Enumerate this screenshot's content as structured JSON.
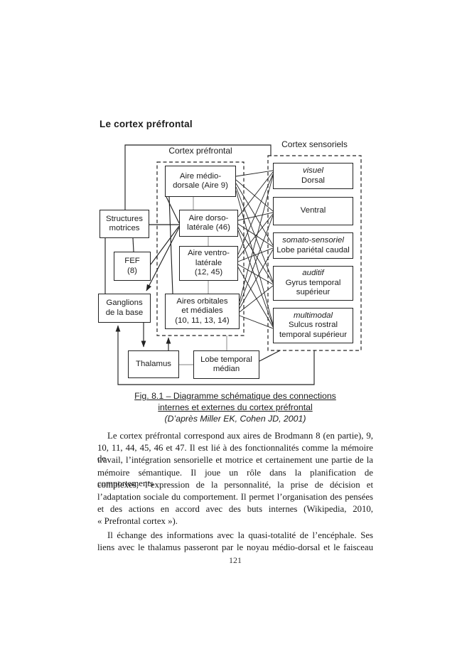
{
  "page": {
    "title": "Le cortex préfrontal",
    "page_number": "121"
  },
  "diagram": {
    "groups": {
      "prefrontal_label": "Cortex préfrontal",
      "sensory_label": "Cortex sensoriels"
    },
    "boxes": {
      "structures": {
        "lines": [
          "Structures",
          "motrices"
        ]
      },
      "fef": {
        "lines": [
          "FEF",
          "(8)"
        ]
      },
      "ganglions": {
        "lines": [
          "Ganglions",
          "de la base"
        ]
      },
      "medio": {
        "lines": [
          "Aire médio-",
          "dorsale (Aire 9)"
        ]
      },
      "dorso": {
        "lines": [
          "Aire dorso-",
          "latérale (46)"
        ]
      },
      "ventro": {
        "lines": [
          "Aire ventro-",
          "latérale",
          "(12, 45)"
        ]
      },
      "orbitales": {
        "lines": [
          "Aires orbitales",
          "et médiales",
          "(10, 11, 13, 14)"
        ]
      },
      "thalamus": {
        "lines": [
          "Thalamus"
        ]
      },
      "lobe_temporal": {
        "lines": [
          "Lobe temporal",
          "médian"
        ]
      },
      "visuel_dorsal": {
        "modality": "visuel",
        "lines": [
          "Dorsal"
        ]
      },
      "ventral": {
        "modality": "",
        "lines": [
          "Ventral"
        ]
      },
      "somato": {
        "modality": "somato-sensoriel",
        "lines": [
          "Lobe pariétal caudal"
        ]
      },
      "auditif": {
        "modality": "auditif",
        "lines": [
          "Gyrus temporal",
          "supérieur"
        ]
      },
      "multimodal": {
        "modality": "multimodal",
        "lines": [
          "Sulcus rostral",
          "temporal supérieur"
        ]
      }
    },
    "connections": [
      {
        "from": "structures-motrices",
        "to": "cortex-sensoriels"
      },
      {
        "from": "structures-motrices",
        "to": "aire-dorso-laterale"
      },
      {
        "from": "structures-motrices",
        "to": "fef"
      },
      {
        "from": "structures-motrices",
        "to": "ganglions-de-la-base"
      },
      {
        "from": "fef",
        "to": "aire-dorso-laterale"
      },
      {
        "from": "aire-dorso-laterale",
        "to": "ganglions-de-la-base",
        "arrow": true
      },
      {
        "from": "aire-medio-dorsale",
        "to": "aire-dorso-laterale"
      },
      {
        "from": "aire-medio-dorsale",
        "to": "aires-orbitales-et-mediales"
      },
      {
        "from": "aire-dorso-laterale",
        "to": "aire-ventro-laterale"
      },
      {
        "from": "aire-ventro-laterale",
        "to": "aires-orbitales-et-mediales"
      },
      {
        "from": "ganglions-de-la-base",
        "to": "thalamus",
        "arrow": true
      },
      {
        "from": "thalamus",
        "to": "cortex-prefrontal",
        "arrow": true
      },
      {
        "from": "cortex-sensoriels",
        "to": "ganglions-de-la-base",
        "arrow": true
      },
      {
        "from": "thalamus",
        "to": "lobe-temporal-median"
      },
      {
        "from": "lobe-temporal-median",
        "to": "cortex-prefrontal"
      },
      {
        "from": "lobe-temporal-median",
        "to": "cortex-sensoriels"
      },
      {
        "from": "aire-medio-dorsale",
        "to": "visuel-dorsal"
      },
      {
        "from": "aire-medio-dorsale",
        "to": "ventral"
      },
      {
        "from": "aire-medio-dorsale",
        "to": "somato-sensoriel"
      },
      {
        "from": "aire-medio-dorsale",
        "to": "auditif"
      },
      {
        "from": "aire-medio-dorsale",
        "to": "multimodal"
      },
      {
        "from": "aire-dorso-laterale",
        "to": "visuel-dorsal"
      },
      {
        "from": "aire-dorso-laterale",
        "to": "ventral"
      },
      {
        "from": "aire-dorso-laterale",
        "to": "somato-sensoriel"
      },
      {
        "from": "aire-dorso-laterale",
        "to": "auditif"
      },
      {
        "from": "aire-dorso-laterale",
        "to": "multimodal"
      },
      {
        "from": "aire-ventro-laterale",
        "to": "visuel-dorsal"
      },
      {
        "from": "aire-ventro-laterale",
        "to": "ventral"
      },
      {
        "from": "aire-ventro-laterale",
        "to": "somato-sensoriel"
      },
      {
        "from": "aire-ventro-laterale",
        "to": "auditif"
      },
      {
        "from": "aire-ventro-laterale",
        "to": "multimodal"
      },
      {
        "from": "aires-orbitales-et-mediales",
        "to": "visuel-dorsal"
      },
      {
        "from": "aires-orbitales-et-mediales",
        "to": "ventral"
      },
      {
        "from": "aires-orbitales-et-mediales",
        "to": "somato-sensoriel"
      },
      {
        "from": "aires-orbitales-et-mediales",
        "to": "auditif"
      },
      {
        "from": "aires-orbitales-et-mediales",
        "to": "multimodal"
      }
    ]
  },
  "caption": {
    "line1": "Fig. 8.1 – Diagramme schématique des connections",
    "line2": "internes et externes du cortex préfrontal",
    "line3": "(D’après Miller EK, Cohen JD, 2001)"
  },
  "body": {
    "paragraphs": [
      {
        "justify_last": false,
        "lines": [
          "Le cortex préfrontal correspond aux aires de Brodmann 8 (en partie), 9,",
          "10, 11, 44, 45, 46 et 47. Il est lié à des fonctionnalités comme la mémoire de",
          "travail, l’intégration sensorielle et motrice et certainement une partie de la",
          "mémoire sémantique. Il joue un rôle dans la planification de comportements",
          "complexes, l’expression de la personnalité, la prise de décision et",
          "l’adaptation sociale du comportement. Il permet l’organisation des pensées",
          "et des actions en accord avec des buts internes (Wikipedia, 2010,",
          "« Prefrontal cortex »)."
        ]
      },
      {
        "justify_last": true,
        "lines": [
          "Il échange des informations avec la quasi-totalité de l’encéphale. Ses",
          "liens avec le thalamus passeront par le noyau médio-dorsal et le faisceau"
        ]
      }
    ]
  },
  "colors": {
    "ink": "#1c1c1c",
    "box_border": "#222222",
    "gray_line": "#9a9a9a"
  }
}
